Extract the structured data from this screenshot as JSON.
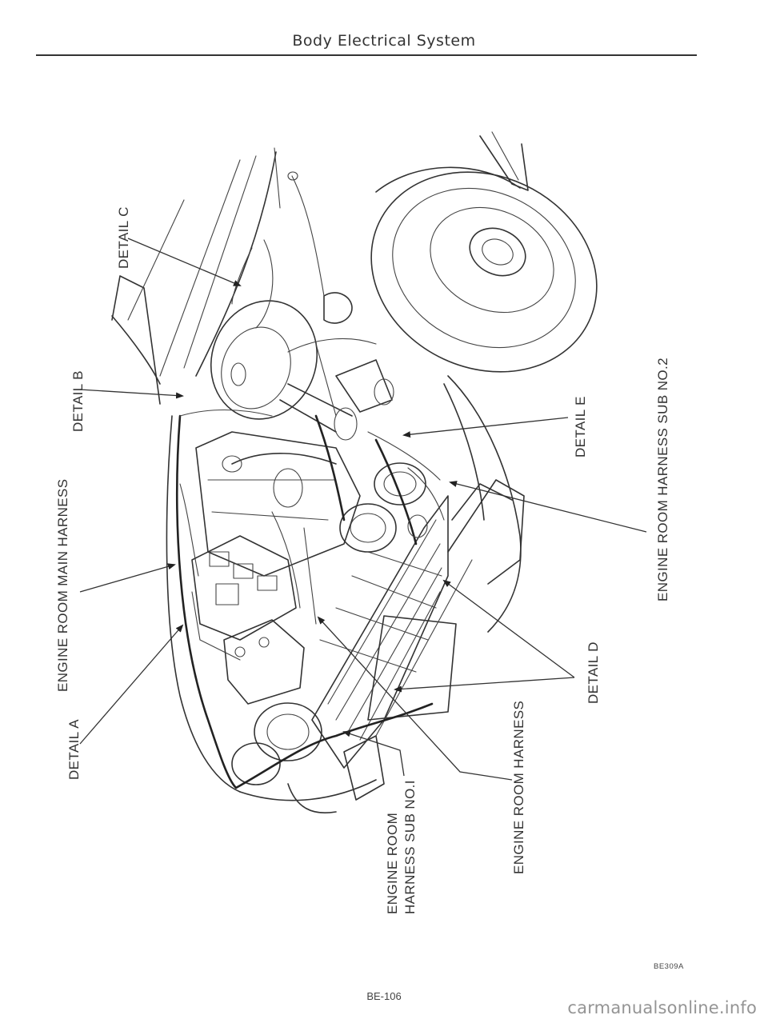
{
  "header": {
    "title": "Body Electrical System"
  },
  "labels": {
    "detail_a": "DETAIL A",
    "main_harness": "ENGINE ROOM MAIN HARNESS",
    "detail_b": "DETAIL B",
    "detail_c": "DETAIL C",
    "sub_no1_line1": "ENGINE ROOM",
    "sub_no1_line2": "HARNESS SUB NO.I",
    "harness": "ENGINE ROOM HARNESS",
    "detail_d": "DETAIL D",
    "detail_e": "DETAIL E",
    "sub_no2": "ENGINE ROOM HARNESS SUB NO.2"
  },
  "footer": {
    "figure_code": "BE309A",
    "page_number": "BE-106",
    "site": "carmanualsonline.info"
  },
  "icons": {
    "arrow": "arrow-head-icon"
  }
}
